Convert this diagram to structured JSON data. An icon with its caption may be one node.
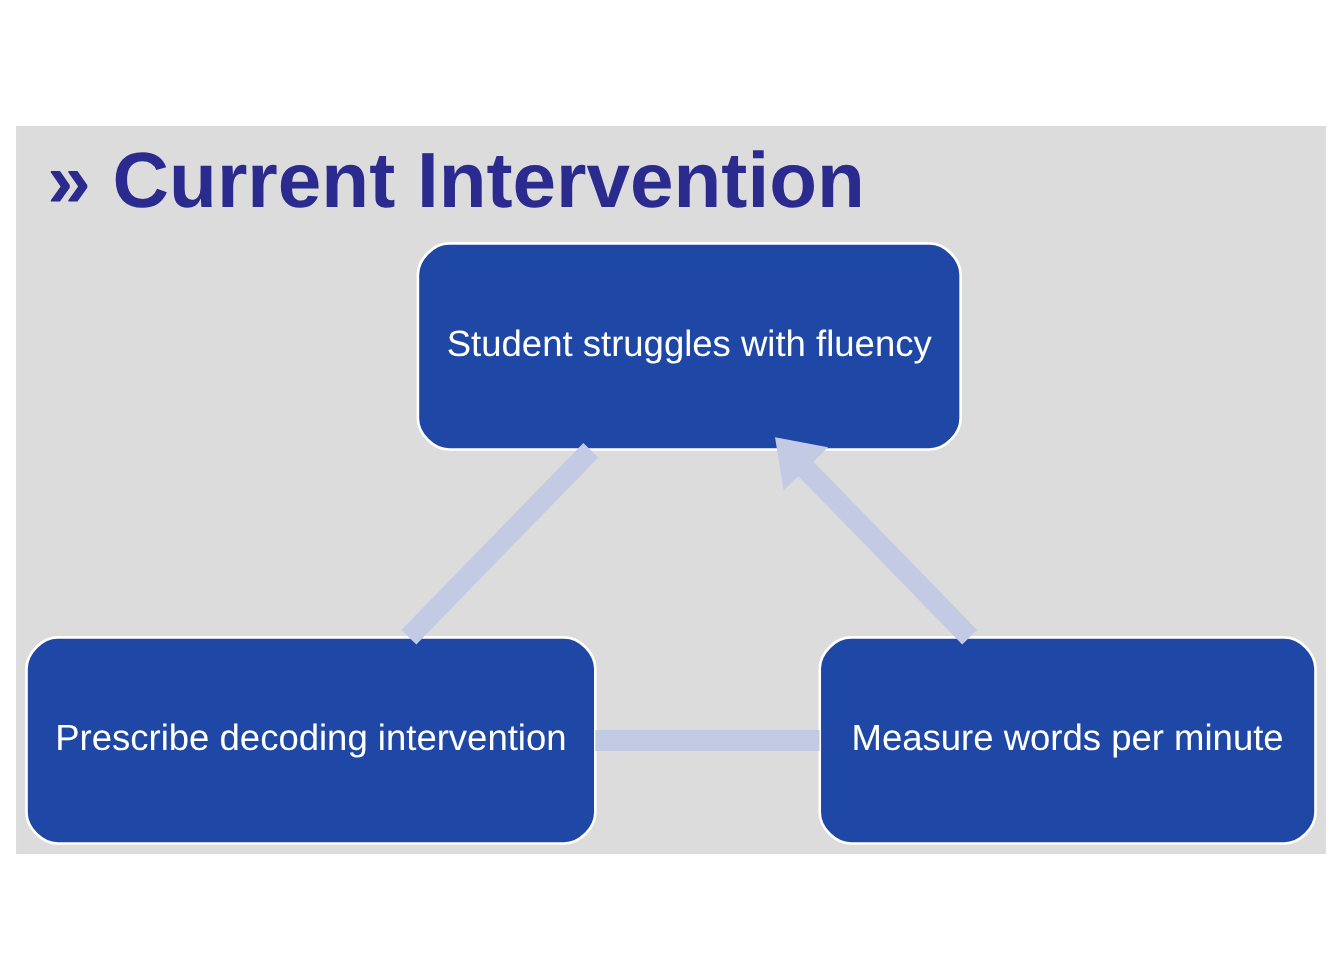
{
  "diagram": {
    "title": "» Current Intervention",
    "nodes": [
      {
        "text": [
          "Student struggles with fluency"
        ]
      },
      {
        "text": [
          "Prescribe decoding intervention"
        ]
      },
      {
        "text": [
          "Measure words per minute"
        ]
      }
    ],
    "edges": [
      {
        "from": 0,
        "to": 1,
        "arrow": "none"
      },
      {
        "from": 1,
        "to": 2,
        "arrow": "none"
      },
      {
        "from": 2,
        "to": 0,
        "arrow": "to"
      }
    ]
  }
}
